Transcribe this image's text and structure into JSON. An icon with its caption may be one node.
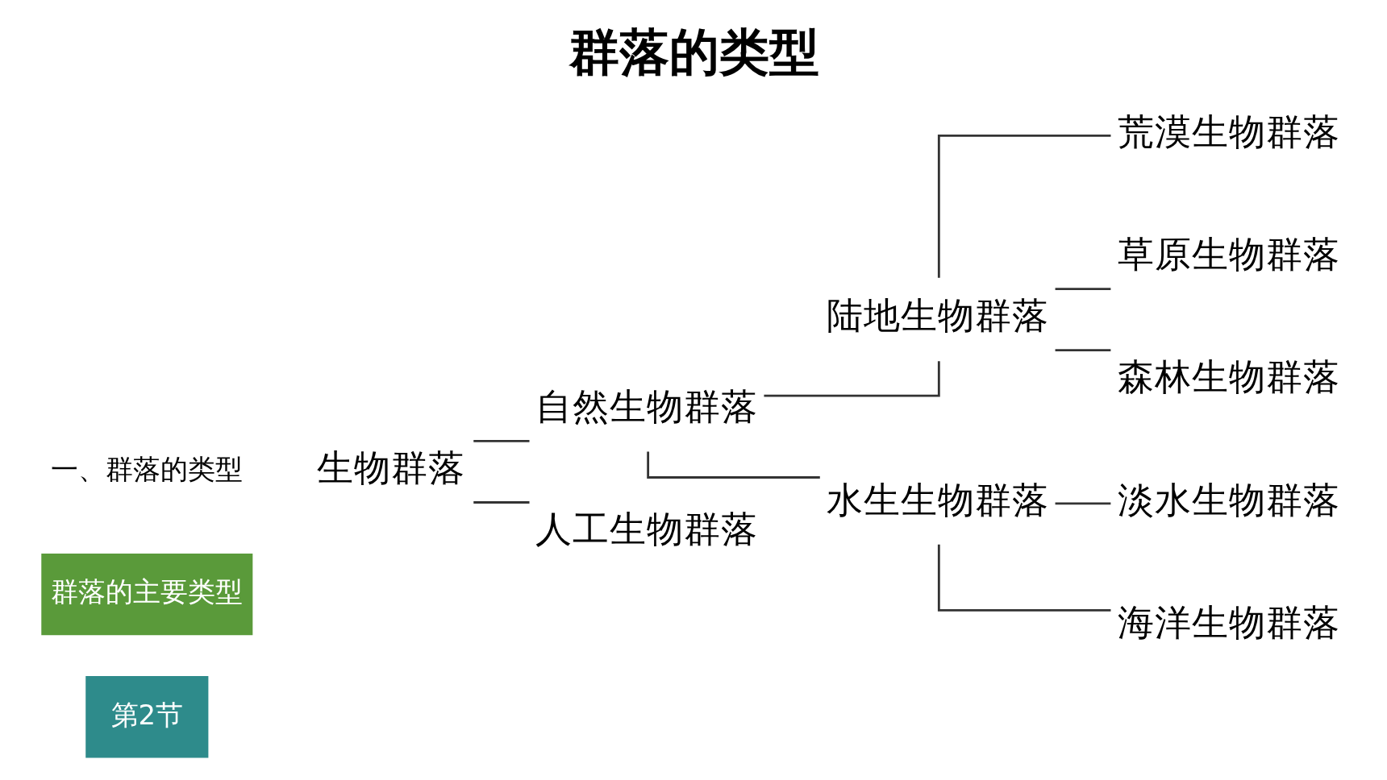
{
  "diagram": {
    "title": "群落的类型",
    "nodes": [
      {
        "text": [
          "生物群落"
        ]
      },
      {
        "text": [
          "自然生物群落"
        ]
      },
      {
        "text": [
          "人工生物群落"
        ]
      },
      {
        "text": [
          "陆地生物群落"
        ]
      },
      {
        "text": [
          "水生生物群落"
        ]
      },
      {
        "text": [
          "荒漠生物群落"
        ]
      },
      {
        "text": [
          "草原生物群落"
        ]
      },
      {
        "text": [
          "森林生物群落"
        ]
      },
      {
        "text": [
          "淡水生物群落"
        ]
      },
      {
        "text": [
          "海洋生物群落"
        ]
      }
    ],
    "edges": [
      {
        "from": 0,
        "to": 1,
        "arrow": "none"
      },
      {
        "from": 0,
        "to": 2,
        "arrow": "none"
      },
      {
        "from": 1,
        "to": 3,
        "arrow": "none"
      },
      {
        "from": 1,
        "to": 4,
        "arrow": "none"
      },
      {
        "from": 3,
        "to": 5,
        "arrow": "none"
      },
      {
        "from": 3,
        "to": 6,
        "arrow": "none"
      },
      {
        "from": 3,
        "to": 7,
        "arrow": "none"
      },
      {
        "from": 4,
        "to": 8,
        "arrow": "none"
      },
      {
        "from": 4,
        "to": 9,
        "arrow": "none"
      }
    ],
    "labels": [
      "第2节",
      "群落的主要类型",
      "一、群落的类型"
    ]
  }
}
